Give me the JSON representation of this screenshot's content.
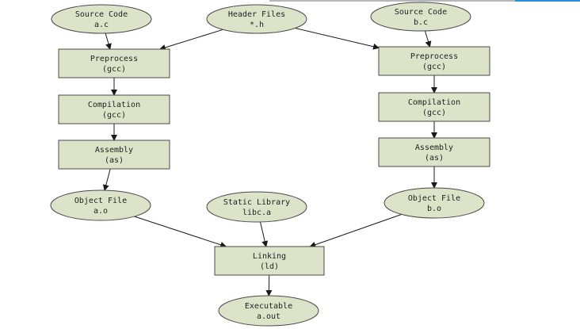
{
  "colors": {
    "node_fill": "#dde3c9",
    "node_stroke": "#4a4a4a",
    "edge": "#1a1a1a",
    "top_rule": "#b8b8b8",
    "top_rule_accent": "#2a8fd8"
  },
  "nodes": [
    {
      "id": "source-a",
      "shape": "ellipse",
      "line1": "Source Code",
      "line2": "a.c"
    },
    {
      "id": "header",
      "shape": "ellipse",
      "line1": "Header Files",
      "line2": "*.h"
    },
    {
      "id": "source-b",
      "shape": "ellipse",
      "line1": "Source Code",
      "line2": "b.c"
    },
    {
      "id": "pre-a",
      "shape": "rect",
      "line1": "Preprocess",
      "line2": "(gcc)"
    },
    {
      "id": "pre-b",
      "shape": "rect",
      "line1": "Preprocess",
      "line2": "(gcc)"
    },
    {
      "id": "comp-a",
      "shape": "rect",
      "line1": "Compilation",
      "line2": "(gcc)"
    },
    {
      "id": "comp-b",
      "shape": "rect",
      "line1": "Compilation",
      "line2": "(gcc)"
    },
    {
      "id": "asm-a",
      "shape": "rect",
      "line1": "Assembly",
      "line2": "(as)"
    },
    {
      "id": "asm-b",
      "shape": "rect",
      "line1": "Assembly",
      "line2": "(as)"
    },
    {
      "id": "obj-a",
      "shape": "ellipse",
      "line1": "Object File",
      "line2": "a.o"
    },
    {
      "id": "lib",
      "shape": "ellipse",
      "line1": "Static Library",
      "line2": "libc.a"
    },
    {
      "id": "obj-b",
      "shape": "ellipse",
      "line1": "Object File",
      "line2": "b.o"
    },
    {
      "id": "link",
      "shape": "rect",
      "line1": "Linking",
      "line2": "(ld)"
    },
    {
      "id": "exe",
      "shape": "ellipse",
      "line1": "Executable",
      "line2": "a.out"
    }
  ],
  "edges": [
    {
      "from": "source-a",
      "to": "pre-a"
    },
    {
      "from": "header",
      "to": "pre-a"
    },
    {
      "from": "header",
      "to": "pre-b"
    },
    {
      "from": "source-b",
      "to": "pre-b"
    },
    {
      "from": "pre-a",
      "to": "comp-a"
    },
    {
      "from": "comp-a",
      "to": "asm-a"
    },
    {
      "from": "asm-a",
      "to": "obj-a"
    },
    {
      "from": "pre-b",
      "to": "comp-b"
    },
    {
      "from": "comp-b",
      "to": "asm-b"
    },
    {
      "from": "asm-b",
      "to": "obj-b"
    },
    {
      "from": "obj-a",
      "to": "link"
    },
    {
      "from": "lib",
      "to": "link"
    },
    {
      "from": "obj-b",
      "to": "link"
    },
    {
      "from": "link",
      "to": "exe"
    }
  ]
}
